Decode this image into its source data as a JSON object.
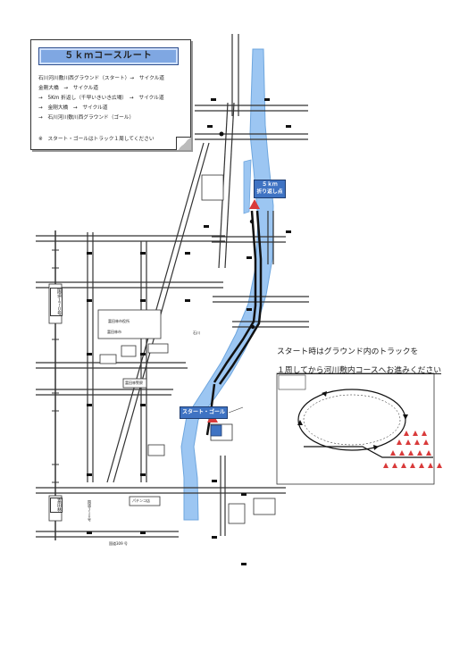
{
  "route_box": {
    "title": "５ｋｍコースルート",
    "lines": [
      "石川河川敷川西グラウンド（スタート）→　サイクル道",
      "金剛大橋　→　サイクル道",
      "→　5Km 折返し（千早いきいき広場）　→　サイクル道",
      "→　金剛大橋　→　サイクル道",
      "→　石川河川敷川西グラウンド（ゴール）"
    ],
    "note": "※　スタート・ゴールはトラック１周してください"
  },
  "callouts": {
    "start_goal": "スタート・ゴール",
    "turnaround_1": "５ｋｍ",
    "turnaround_2": "折り返し点"
  },
  "instruction": {
    "line1": "スタート時はグラウンド内のトラックを",
    "line2": "１周してから河川敷内コースへお進みください"
  },
  "map_labels": {
    "route_vertical": "国道１７０号",
    "station_vertical": "国道３１０号",
    "bottom_road": "国道309 号",
    "city_hall": "富田林市役所",
    "police": "富田林警察",
    "other_a": "富田林市",
    "river_label": "石川",
    "tondabayashi_station": "富田林",
    "park_label": "パチンコ店"
  },
  "colors": {
    "river": "#9cc6f2",
    "river_edge": "#6ea6de",
    "road": "#333333",
    "accent_blue": "#3f73c3",
    "marker_red": "#d93a3a"
  }
}
